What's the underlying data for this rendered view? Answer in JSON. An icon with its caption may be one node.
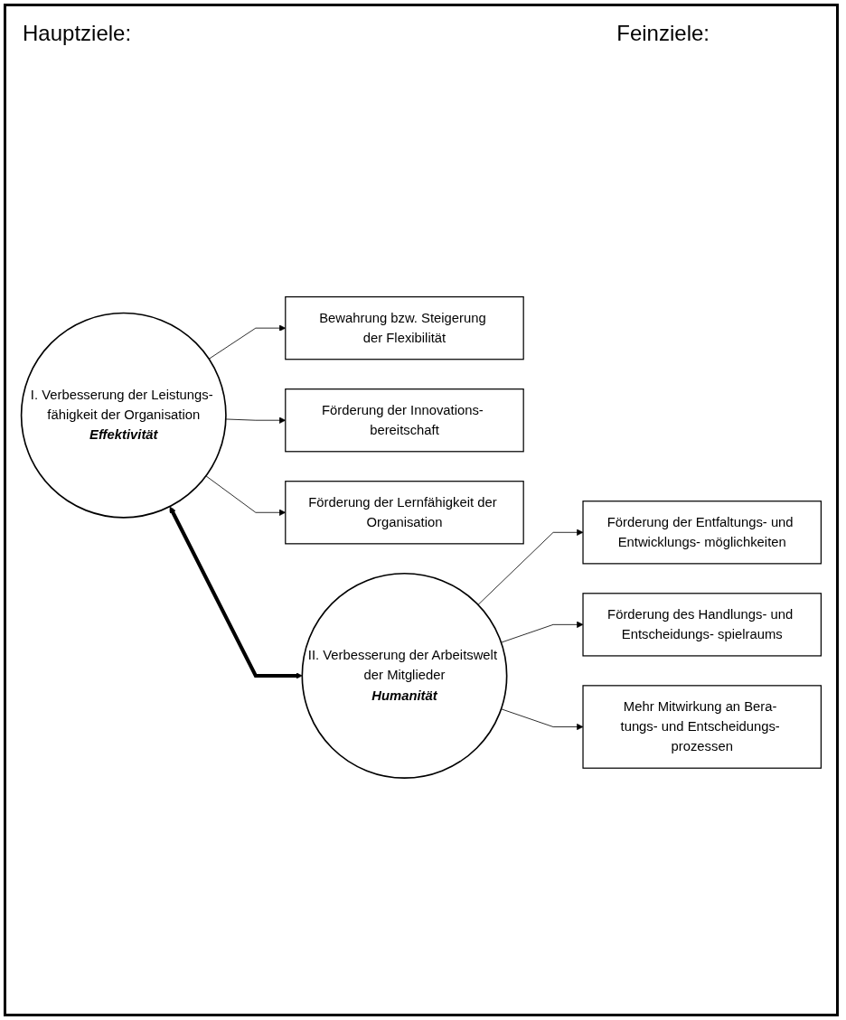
{
  "diagram": {
    "nodes": [
      {
        "text": [
          "I. Verbesserung der Leistungs- fähigkeit der Organisation",
          "Effektivität"
        ]
      },
      {
        "text": [
          "Bewahrung bzw. Steigerung der Flexibilität"
        ]
      },
      {
        "text": [
          "Förderung der Innovations- bereitschaft"
        ]
      },
      {
        "text": [
          "Förderung der Lernfähigkeit der Organisation"
        ]
      },
      {
        "text": [
          "II. Verbesserung der Arbeitswelt der Mitglieder",
          "Humanität"
        ]
      },
      {
        "text": [
          "Förderung der Entfaltungs- und Entwicklungs- möglichkeiten"
        ]
      },
      {
        "text": [
          "Förderung des Handlungs- und Entscheidungs- spielraums"
        ]
      },
      {
        "text": [
          "Mehr Mitwirkung an Bera- tungs- und Entscheidungs- prozessen"
        ]
      }
    ],
    "edges": [
      {
        "from": 0,
        "to": 1,
        "arrow": "to"
      },
      {
        "from": 0,
        "to": 2,
        "arrow": "to"
      },
      {
        "from": 0,
        "to": 3,
        "arrow": "to"
      },
      {
        "from": 0,
        "to": 4,
        "arrow": "both",
        "style": "thick"
      },
      {
        "from": 4,
        "to": 5,
        "arrow": "to"
      },
      {
        "from": 4,
        "to": 6,
        "arrow": "to"
      },
      {
        "from": 4,
        "to": 7,
        "arrow": "to"
      }
    ],
    "labels": [
      "Hauptziele:",
      "Feinziele:"
    ]
  }
}
